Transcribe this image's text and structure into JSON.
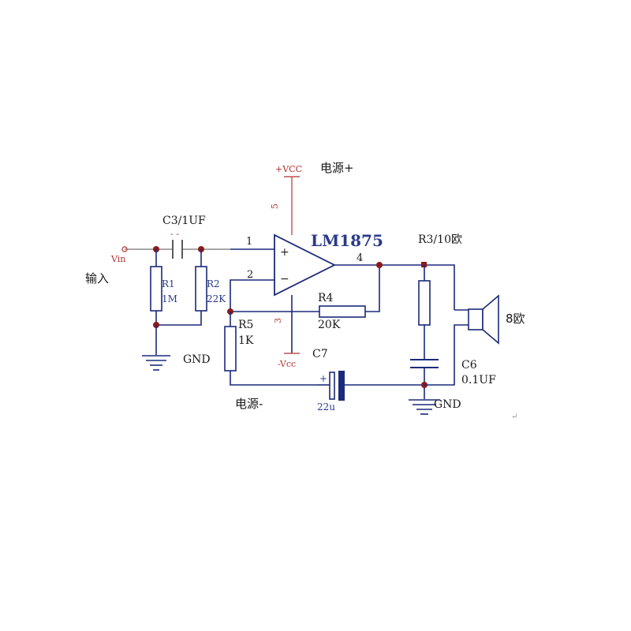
{
  "diagram": {
    "chip": "LM1875",
    "pins": {
      "p1": "1",
      "p2": "2",
      "p4": "4",
      "p5": "5",
      "p3": "3"
    },
    "opamp_plus": "+",
    "opamp_minus": "−",
    "vcc_pos": "+VCC",
    "vcc_neg": "-Vcc",
    "supply_pos_cn": "电源+",
    "supply_neg_cn": "电源-",
    "input_cn": "输入",
    "vin": "Vin",
    "gnd_left": "GND",
    "gnd_right": "GND",
    "c3": "C3/1UF",
    "c3_mark": "- -",
    "r1_name": "R1",
    "r1_value": "1M",
    "r2_name": "R2",
    "r2_value": "22K",
    "r4_name": "R4",
    "r4_value": "20K",
    "r5_name": "R5",
    "r5_value": "1K",
    "c7_name": "C7",
    "c7_value": "22u",
    "c7_plus": "+",
    "r3": "R3/10欧",
    "speaker": "8欧",
    "c6_name": "C6",
    "c6_value": "0.1UF",
    "return_mark": "↵"
  }
}
